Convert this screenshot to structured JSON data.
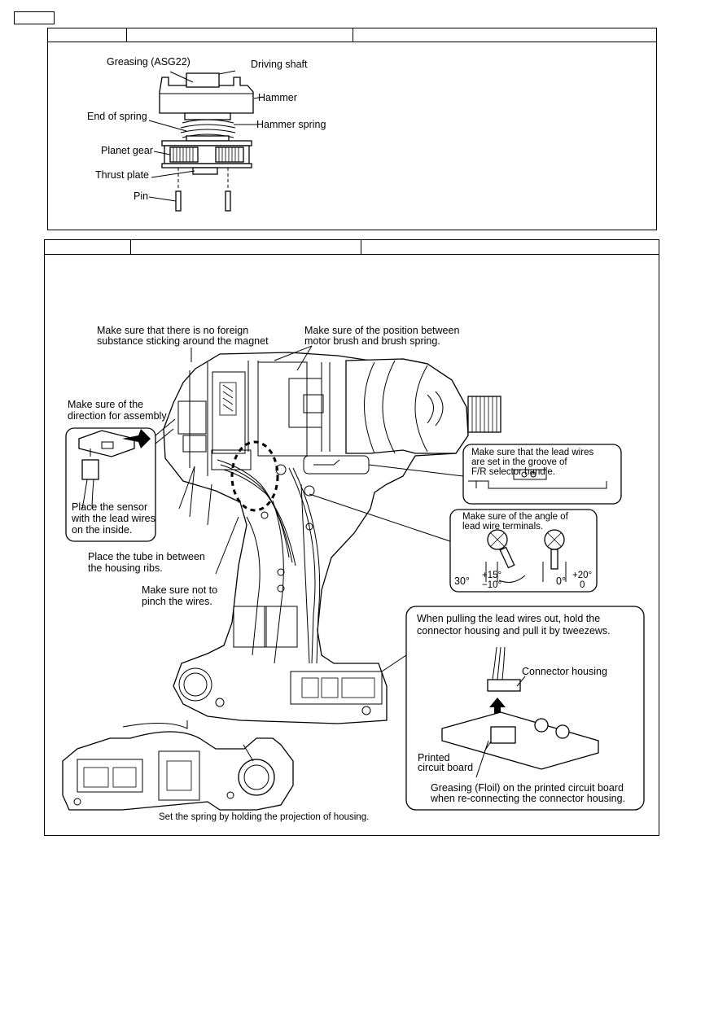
{
  "top_panel": {
    "labels": {
      "greasing": "Greasing (ASG22)",
      "driving_shaft": "Driving shaft",
      "hammer": "Hammer",
      "end_of_spring": "End of spring",
      "hammer_spring": "Hammer spring",
      "planet_gear": "Planet gear",
      "thrust_plate": "Thrust plate",
      "pin": "Pin"
    }
  },
  "bottom_panel": {
    "notes": {
      "foreign_1": "Make sure that there is no foreign",
      "foreign_2": "substance sticking around the magnet",
      "brush_1": "Make sure of the position between",
      "brush_2": "motor brush and brush spring.",
      "direction_1": "Make sure of the",
      "direction_2": "direction for assembly",
      "sensor_1": "Place the sensor",
      "sensor_2": "with the lead wires",
      "sensor_3": "on the inside.",
      "groove_1": "Make sure that the lead wires",
      "groove_2": "are set in the groove of",
      "groove_3": "F/R selector handle.",
      "angle_1": "Make sure of the angle of",
      "angle_2": "lead wire terminals.",
      "angle_30": "30°",
      "angle_plus15": "+15°",
      "angle_minus10": "−10°",
      "angle_0": "0°",
      "angle_plus20": "+20°",
      "angle_zero": "0",
      "tube_1": "Place the tube in between",
      "tube_2": "the housing ribs.",
      "pinch_1": "Make sure not to",
      "pinch_2": "pinch the wires.",
      "pull_1": "When pulling the lead wires out, hold the",
      "pull_2": "connector housing and pull it by tweezews.",
      "connector_housing": "Connector housing",
      "pcb_1": "Printed",
      "pcb_2": "circuit board",
      "floil_1": "Greasing (Floil) on the printed circuit board",
      "floil_2": "when re-connecting the connector housing.",
      "spring_note": "Set the spring by holding the projection of housing."
    }
  }
}
